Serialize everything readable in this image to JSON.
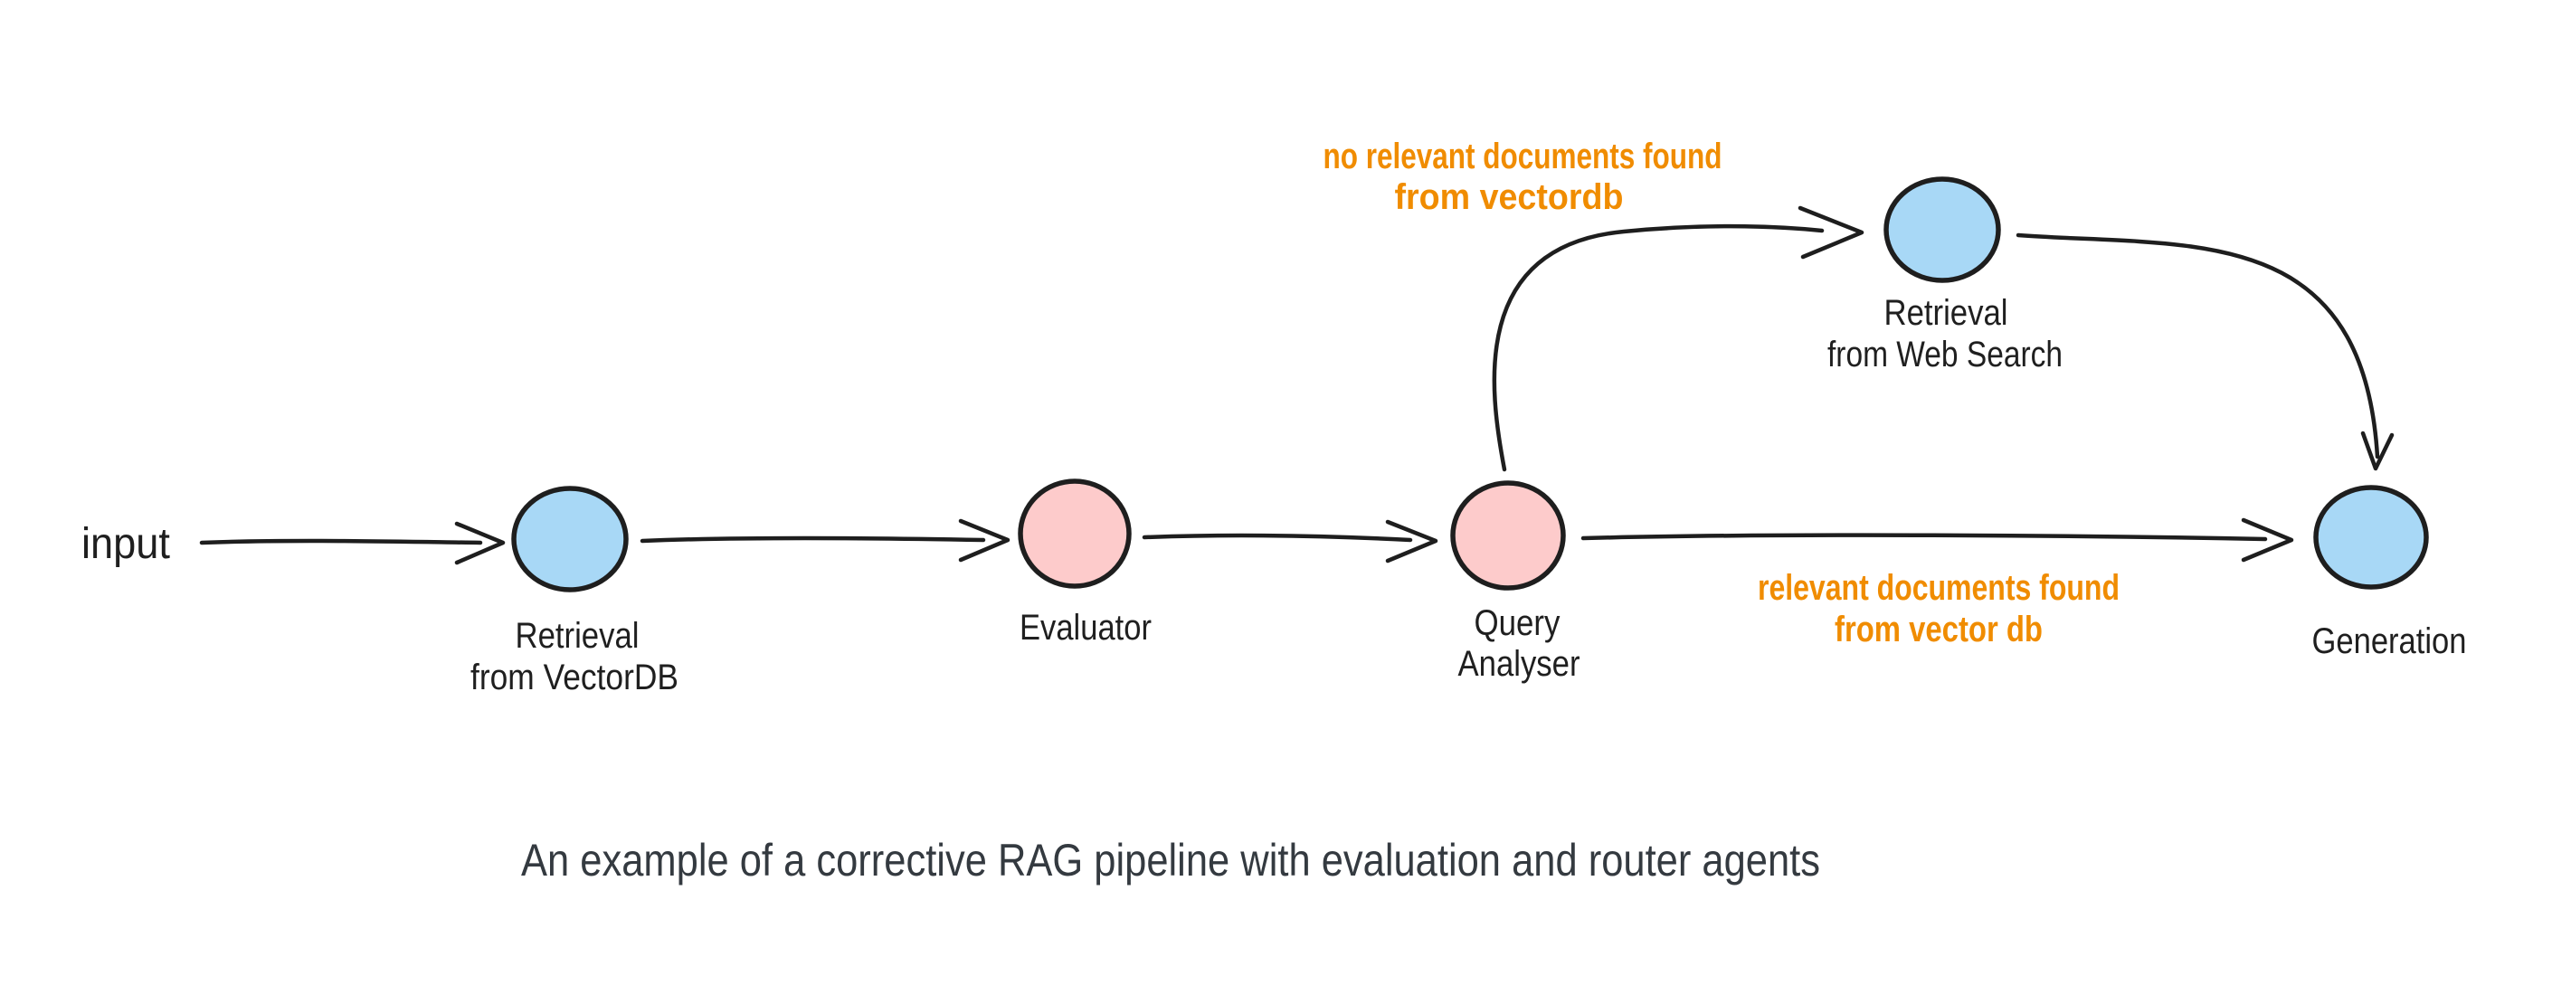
{
  "colors": {
    "node_blue": "#a8d8f6",
    "node_pink": "#fdcbcb",
    "shape_stroke": "#1e1e1e",
    "label_text": "#1f1f1f",
    "edge_label_orange": "#f08c00",
    "caption_text": "#343a40"
  },
  "diagram": {
    "input_label": "input",
    "nodes": [
      {
        "id": "retrieval-vectordb",
        "shape": "circle",
        "color": "blue",
        "label_lines": [
          "Retrieval",
          "from VectorDB"
        ]
      },
      {
        "id": "evaluator",
        "shape": "circle",
        "color": "pink",
        "label_lines": [
          "Evaluator"
        ]
      },
      {
        "id": "query-analyser",
        "shape": "circle",
        "color": "pink",
        "label_lines": [
          "Query",
          "Analyser"
        ]
      },
      {
        "id": "retrieval-web-search",
        "shape": "circle",
        "color": "blue",
        "label_lines": [
          "Retrieval",
          "from Web Search"
        ]
      },
      {
        "id": "generation",
        "shape": "circle",
        "color": "blue",
        "label_lines": [
          "Generation"
        ]
      }
    ],
    "edges": [
      {
        "from": "input",
        "to": "retrieval-vectordb",
        "label_lines": []
      },
      {
        "from": "retrieval-vectordb",
        "to": "evaluator",
        "label_lines": []
      },
      {
        "from": "evaluator",
        "to": "query-analyser",
        "label_lines": []
      },
      {
        "from": "query-analyser",
        "to": "retrieval-web-search",
        "label_lines": [
          "no relevant documents found",
          "from vectordb"
        ]
      },
      {
        "from": "query-analyser",
        "to": "generation",
        "label_lines": [
          "relevant documents found",
          "from vector db"
        ]
      },
      {
        "from": "retrieval-web-search",
        "to": "generation",
        "label_lines": []
      }
    ],
    "caption": "An example of a corrective RAG pipeline with evaluation and router agents"
  }
}
